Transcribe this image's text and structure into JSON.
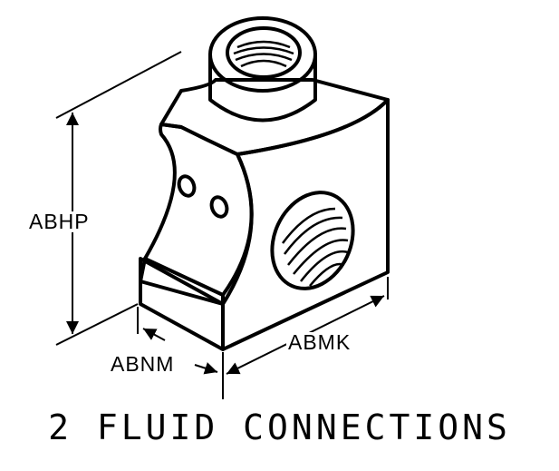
{
  "dimensions": {
    "height": "ABHP",
    "depth": "ABNM",
    "width": "ABMK"
  },
  "caption": "2 FLUID CONNECTIONS",
  "colors": {
    "ink": "#000000",
    "paper": "#ffffff"
  }
}
